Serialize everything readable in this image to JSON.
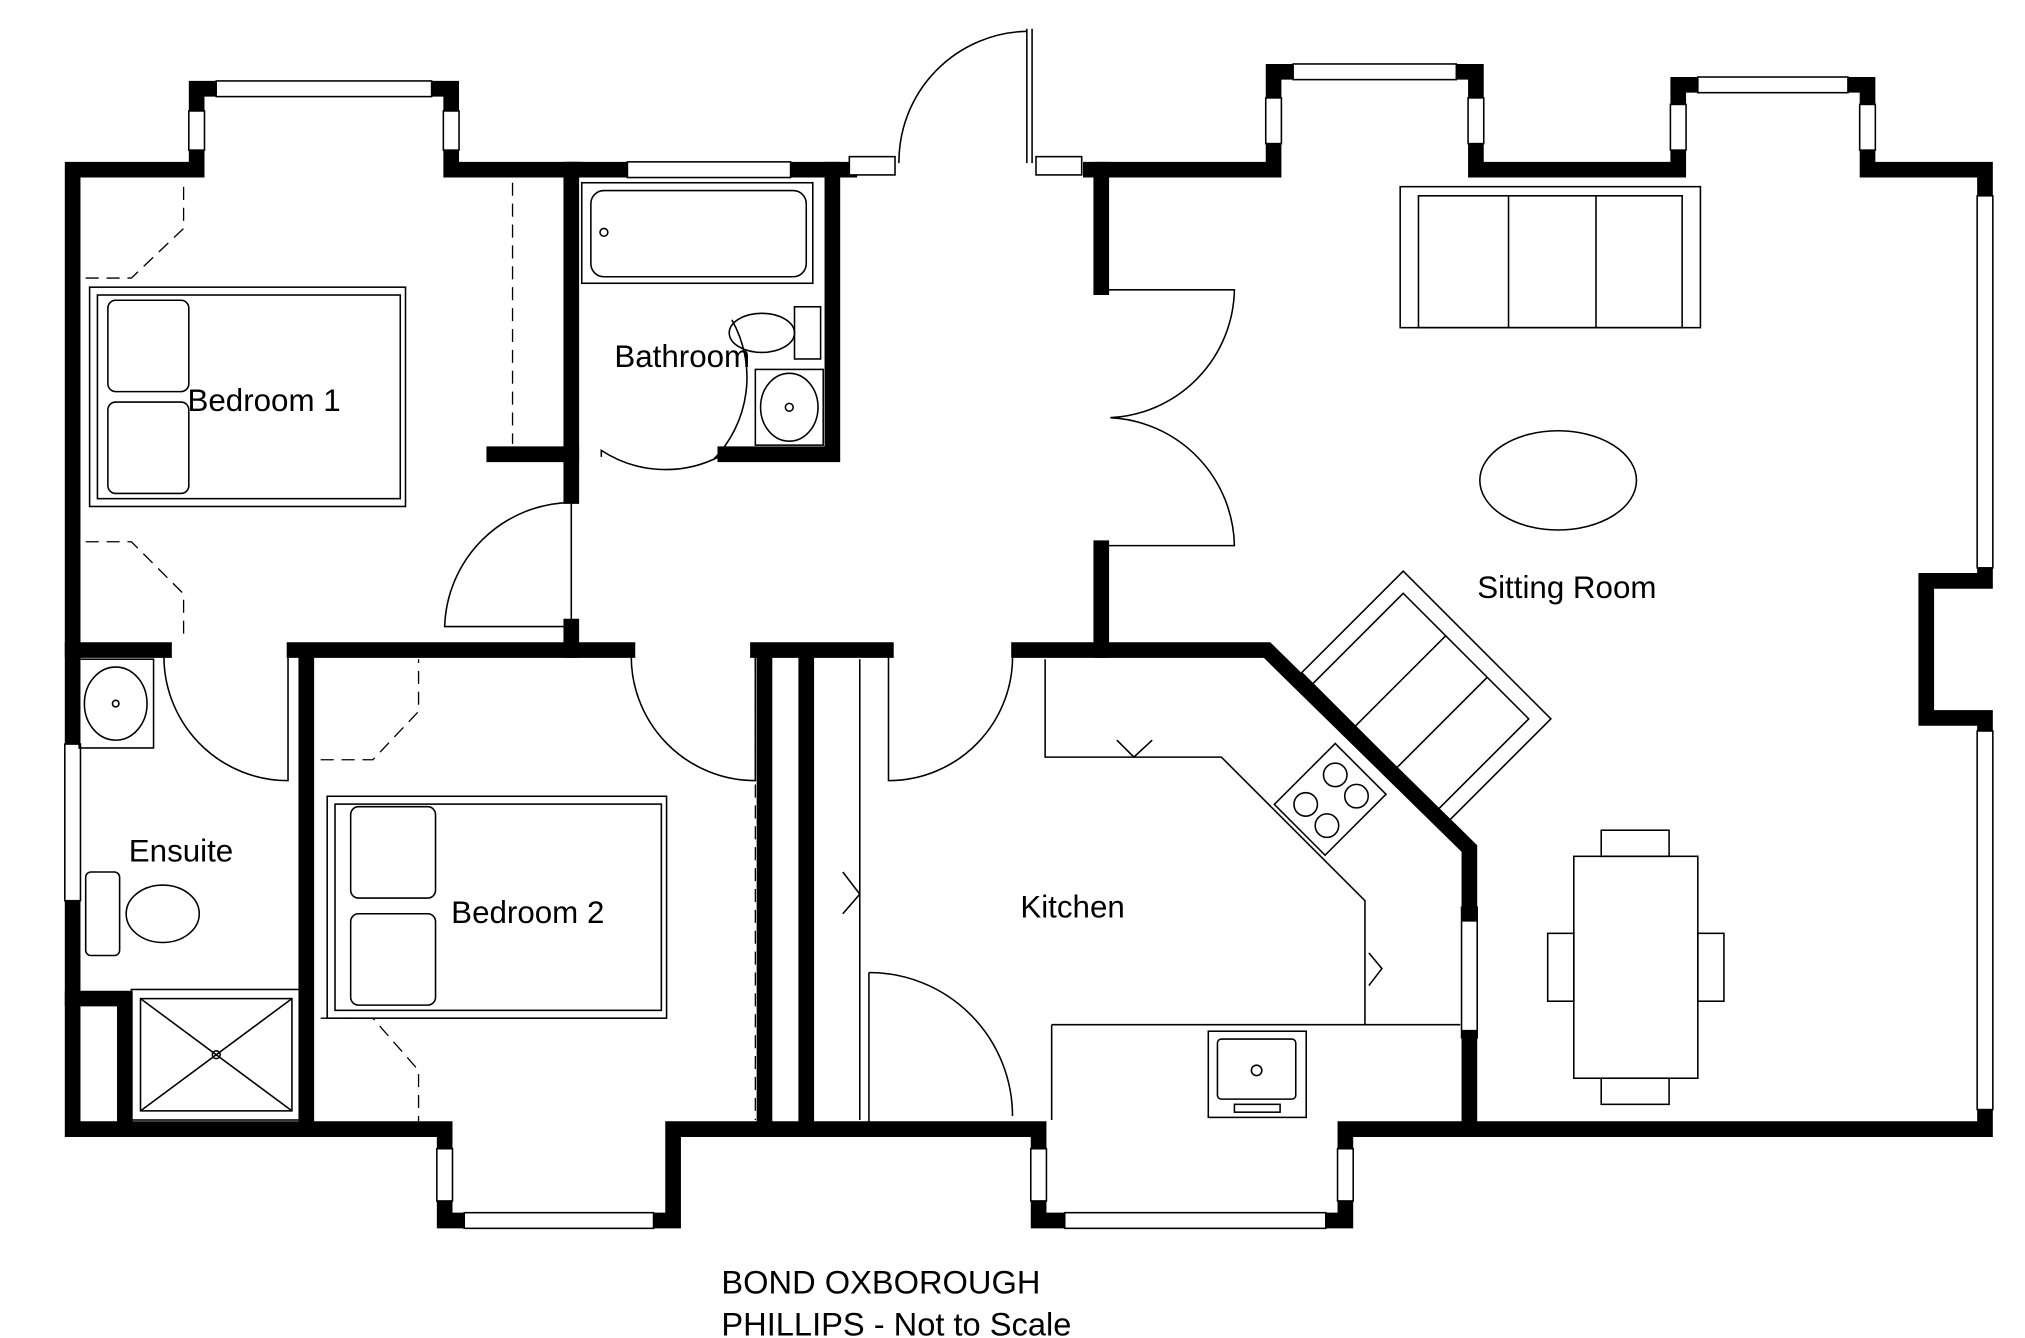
{
  "rooms": {
    "bedroom1": "Bedroom 1",
    "bathroom": "Bathroom",
    "sitting_room": "Sitting Room",
    "ensuite": "Ensuite",
    "bedroom2": "Bedroom 2",
    "kitchen": "Kitchen"
  },
  "footer": {
    "line1": "BOND OXBOROUGH",
    "line2": "PHILLIPS - Not to Scale"
  }
}
